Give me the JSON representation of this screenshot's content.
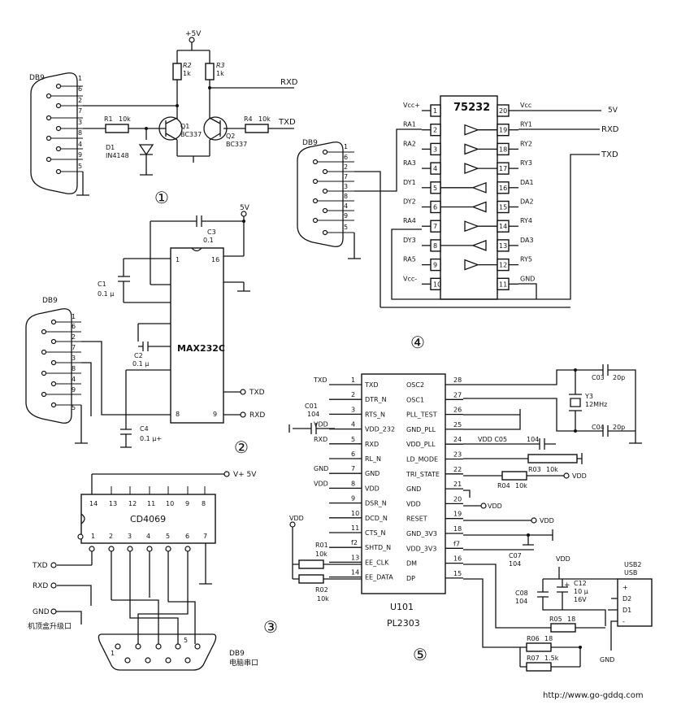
{
  "watermark": "http://www.go-gddq.com",
  "circuit1": {
    "number": "①",
    "supply": "+5V",
    "connector": "DB9",
    "pins": [
      "1",
      "6",
      "2",
      "7",
      "3",
      "8",
      "4",
      "9",
      "5"
    ],
    "r2": {
      "ref": "R2",
      "value": "1k"
    },
    "r3": {
      "ref": "R3",
      "value": "1k"
    },
    "r1": {
      "ref": "R1",
      "value": "10k"
    },
    "r4": {
      "ref": "R4",
      "value": "10k"
    },
    "q1": {
      "ref": "Q1",
      "part": "BC337"
    },
    "q2": {
      "ref": "Q2",
      "part": "BC337"
    },
    "d1": {
      "ref": "D1",
      "part": "IN4148"
    },
    "rxd": "RXD",
    "txd": "TXD"
  },
  "circuit2": {
    "number": "②",
    "supply": "5V",
    "connector": "DB9",
    "pins": [
      "1",
      "6",
      "2",
      "7",
      "3",
      "8",
      "4",
      "9",
      "5"
    ],
    "chip": "MAX232C",
    "pin1": "1",
    "pin16": "16",
    "pin8": "8",
    "pin9": "9",
    "c1": {
      "ref": "C1",
      "value": "0.1 μ"
    },
    "c2": {
      "ref": "C2",
      "value": "0.1 μ"
    },
    "c3": {
      "ref": "C3",
      "value": "0.1"
    },
    "c4": {
      "ref": "C4",
      "value": "0.1 μ+"
    },
    "txd": "TXD",
    "rxd": "RXD"
  },
  "circuit3": {
    "number": "③",
    "supply": "V+ 5V",
    "chip": "CD4069",
    "top_pins": [
      "14",
      "13",
      "12",
      "11",
      "10",
      "9",
      "8"
    ],
    "bottom_pins": [
      "1",
      "2",
      "3",
      "4",
      "5",
      "6",
      "7"
    ],
    "txd": "TXD",
    "rxd": "RXD",
    "gnd": "GND",
    "stb_label": "机顶盒升级口",
    "db9_pin1": "1",
    "db9_pin5": "5",
    "db9_label": "DB9",
    "db9_sub": "电脑串口"
  },
  "circuit4": {
    "number": "④",
    "chip": "75232",
    "connector": "DB9",
    "db9_pins": [
      "1",
      "6",
      "2",
      "7",
      "3",
      "8",
      "4",
      "9",
      "5"
    ],
    "left_pins": [
      {
        "label": "Vcc+",
        "num": "1"
      },
      {
        "label": "RA1",
        "num": "2"
      },
      {
        "label": "RA2",
        "num": "3"
      },
      {
        "label": "RA3",
        "num": "4"
      },
      {
        "label": "DY1",
        "num": "5"
      },
      {
        "label": "DY2",
        "num": "6"
      },
      {
        "label": "RA4",
        "num": "7"
      },
      {
        "label": "DY3",
        "num": "8"
      },
      {
        "label": "RA5",
        "num": "9"
      },
      {
        "label": "Vcc-",
        "num": "10"
      }
    ],
    "right_pins": [
      {
        "label": "Vcc",
        "num": "20"
      },
      {
        "label": "RY1",
        "num": "19"
      },
      {
        "label": "RY2",
        "num": "18"
      },
      {
        "label": "RY3",
        "num": "17"
      },
      {
        "label": "DA1",
        "num": "16"
      },
      {
        "label": "DA2",
        "num": "15"
      },
      {
        "label": "RY4",
        "num": "14"
      },
      {
        "label": "DA3",
        "num": "13"
      },
      {
        "label": "RY5",
        "num": "12"
      },
      {
        "label": "GND",
        "num": "11"
      }
    ],
    "supply": "5V",
    "rxd": "RXD",
    "txd": "TXD"
  },
  "circuit5": {
    "number": "⑤",
    "ic_ref": "U101",
    "ic_part": "PL2303",
    "left_pins": [
      {
        "name": "TXD",
        "num": "1",
        "net": "TXD"
      },
      {
        "name": "DTR_N",
        "num": "2",
        "net": ""
      },
      {
        "name": "RTS_N",
        "num": "3",
        "net": ""
      },
      {
        "name": "VDD_232",
        "num": "4",
        "net": "VDD"
      },
      {
        "name": "RXD",
        "num": "5",
        "net": "RXD"
      },
      {
        "name": "RL_N",
        "num": "6",
        "net": ""
      },
      {
        "name": "GND",
        "num": "7",
        "net": "GND"
      },
      {
        "name": "VDD",
        "num": "8",
        "net": "VDD"
      },
      {
        "name": "DSR_N",
        "num": "9",
        "net": ""
      },
      {
        "name": "DCD_N",
        "num": "10",
        "net": ""
      },
      {
        "name": "CTS_N",
        "num": "11",
        "net": ""
      },
      {
        "name": "SHTD_N",
        "num": "f2",
        "net": ""
      },
      {
        "name": "EE_CLK",
        "num": "13",
        "net": ""
      },
      {
        "name": "EE_DATA",
        "num": "14",
        "net": ""
      }
    ],
    "right_pins": [
      {
        "name": "OSC2",
        "num": "28"
      },
      {
        "name": "OSC1",
        "num": "27"
      },
      {
        "name": "PLL_TEST",
        "num": "26"
      },
      {
        "name": "GND_PLL",
        "num": "25"
      },
      {
        "name": "VDD_PLL",
        "num": "24"
      },
      {
        "name": "LD_MODE",
        "num": "23"
      },
      {
        "name": "TRI_STATE",
        "num": "22"
      },
      {
        "name": "GND",
        "num": "21"
      },
      {
        "name": "VDD",
        "num": "20"
      },
      {
        "name": "RESET",
        "num": "19"
      },
      {
        "name": "GND_3V3",
        "num": "18"
      },
      {
        "name": "VDD_3V3",
        "num": "f7"
      },
      {
        "name": "DM",
        "num": "16"
      },
      {
        "name": "DP",
        "num": "15"
      }
    ],
    "c01": {
      "ref": "C01",
      "value": "104"
    },
    "c03": {
      "ref": "C03",
      "value": "20p"
    },
    "c04": {
      "ref": "C04",
      "value": "20p"
    },
    "y3": {
      "ref": "Y3",
      "value": "12MHz"
    },
    "c05": {
      "ref": "VDD C05",
      "value": "104"
    },
    "r03": {
      "ref": "R03",
      "value": "10k"
    },
    "r04": {
      "ref": "R04",
      "value": "10k"
    },
    "r01": {
      "ref": "R01",
      "value": "10k"
    },
    "r02": {
      "ref": "R02",
      "value": "10k"
    },
    "c07": {
      "ref": "C07",
      "value": "104"
    },
    "c08": {
      "ref": "C08",
      "value": "104"
    },
    "c12": {
      "ref": "C12",
      "value": "10 μ",
      "voltage": "16V"
    },
    "r05": {
      "ref": "R05",
      "value": "18"
    },
    "r06": {
      "ref": "R06",
      "value": "18"
    },
    "r07": {
      "ref": "R07",
      "value": "1.5k"
    },
    "usb": {
      "ref": "USB2",
      "type": "USB",
      "pins": [
        "+",
        "D2",
        "D1",
        "-"
      ]
    },
    "vdd": "VDD",
    "gnd": "GND"
  }
}
